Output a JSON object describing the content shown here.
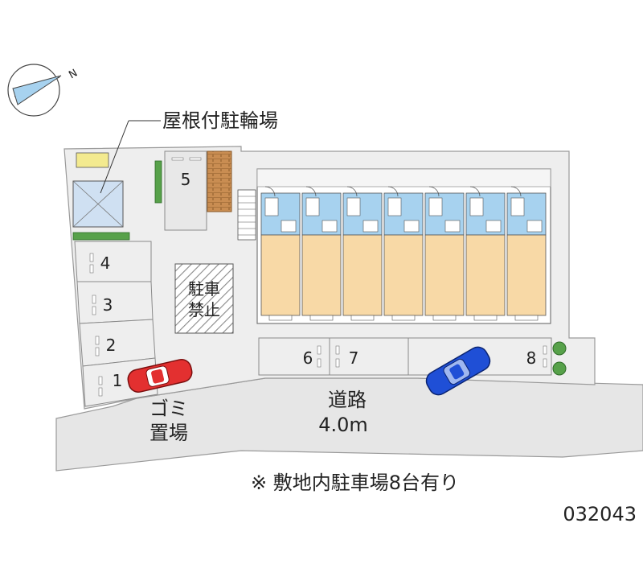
{
  "labels": {
    "bike_shelter": "屋根付駐輪場",
    "no_parking_line1": "駐車",
    "no_parking_line2": "禁止",
    "garbage_line1": "ゴミ",
    "garbage_line2": "置場",
    "road_name": "道路",
    "road_width": "4.0m",
    "parking_note": "※ 敷地内駐車場8台有り",
    "property_code": "032043",
    "compass_north": "N"
  },
  "parking_spaces": [
    "1",
    "2",
    "3",
    "4",
    "5",
    "6",
    "7",
    "8"
  ],
  "colors": {
    "road": "#e6e6e6",
    "site_ground": "#eeeeee",
    "room_floor": "#f8d9a6",
    "wet_area": "#a7d2ef",
    "brick": "#c98d52",
    "red_car": "#e33030",
    "blue_car": "#1f4fd6",
    "hedge": "#57a14a",
    "bike_shelter_roof": "#cfe0f2"
  }
}
